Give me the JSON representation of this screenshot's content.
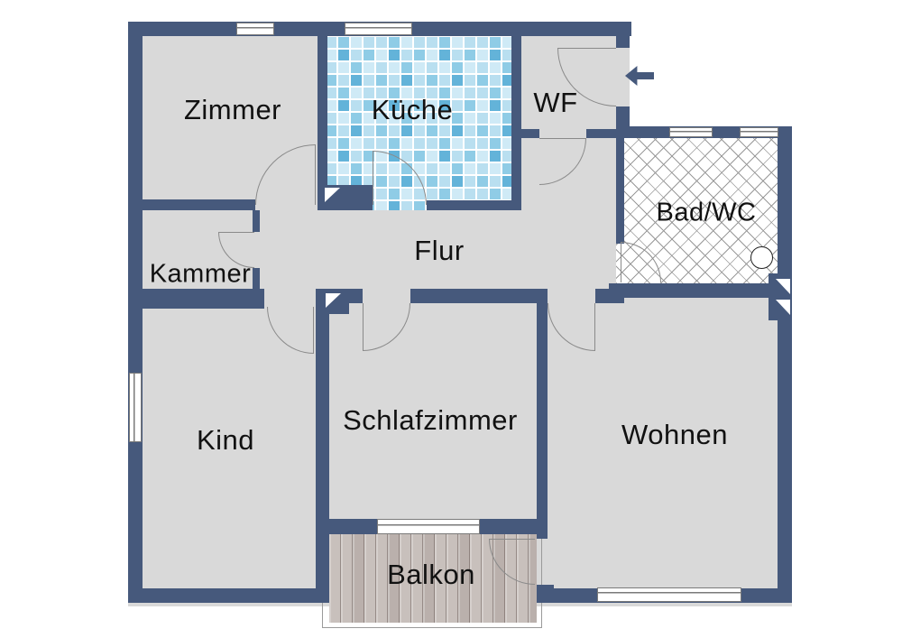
{
  "rooms": [
    {
      "key": "zimmer",
      "label": "Zimmer"
    },
    {
      "key": "kueche",
      "label": "Küche"
    },
    {
      "key": "wf",
      "label": "WF"
    },
    {
      "key": "bad_wc",
      "label": "Bad/WC"
    },
    {
      "key": "flur",
      "label": "Flur"
    },
    {
      "key": "kammer",
      "label": "Kammer"
    },
    {
      "key": "kind",
      "label": "Kind"
    },
    {
      "key": "schlafzimmer",
      "label": "Schlafzimmer"
    },
    {
      "key": "wohnen",
      "label": "Wohnen"
    },
    {
      "key": "balkon",
      "label": "Balkon"
    }
  ],
  "symbols": {
    "entrance_arrow_direction": "left",
    "bath_circle": "drain-circle",
    "shaft_marker_count": 4,
    "window_count": 7,
    "door_count": 10
  },
  "colors": {
    "wall": "#46597c",
    "floor": "#d9d9d9",
    "door_arc": "#8a8a8a",
    "tile_base": "#b9dff0",
    "tile_light": "#cfeaf6",
    "tile_mid": "#8fcce6",
    "tile_dark": "#63b3d9",
    "hatch_line": "#9a9a9a",
    "wood": "#c8c0bc"
  }
}
